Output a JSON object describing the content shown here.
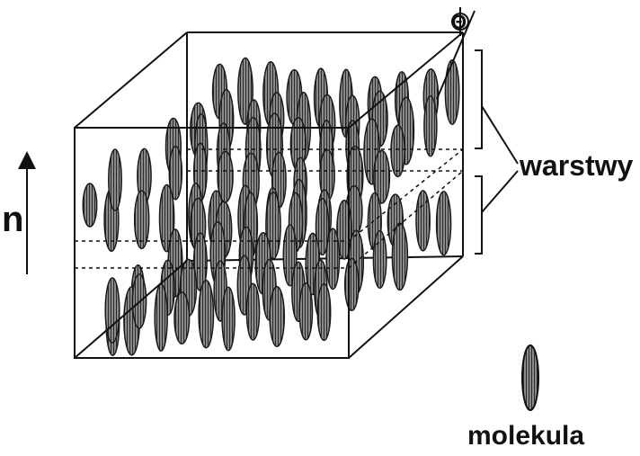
{
  "labels": {
    "director": "n",
    "layers": "warstwy",
    "molecule": "molekula",
    "tilt_angle": "Θ"
  },
  "colors": {
    "ink": "#111111",
    "molecule_fill": "#7a7a7a",
    "molecule_stroke": "#1a1a1a",
    "background": "#ffffff"
  }
}
